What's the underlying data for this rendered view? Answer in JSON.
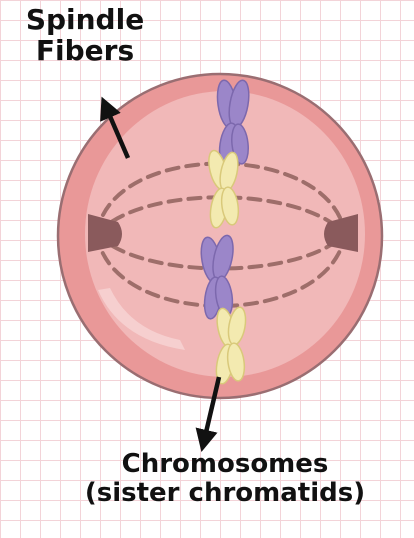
{
  "labels": {
    "spindle_line1": "Spindle",
    "spindle_line2": "Fibers",
    "chromosomes_line1": "Chromosomes",
    "chromosomes_line2": "(sister chromatids)"
  },
  "colors": {
    "grid": "#f3d3d8",
    "cell_outer": "#e99898",
    "cell_border": "#9a6e72",
    "cell_inner": "#f1b8b8",
    "spindle_fiber": "#9e6e6a",
    "centrosome": "#8a5a5c",
    "chromatid_purple": "#9b86c9",
    "chromatid_yellow": "#f3eab0",
    "arrow": "#111111"
  }
}
